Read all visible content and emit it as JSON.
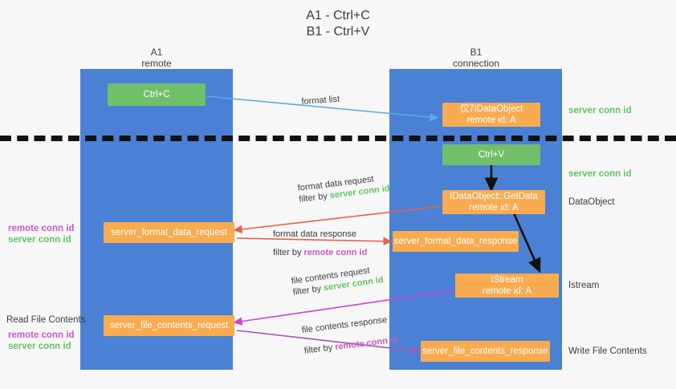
{
  "title": {
    "line1": "A1 - Ctrl+C",
    "line2": "B1 - Ctrl+V"
  },
  "lanes": [
    {
      "name": "A1",
      "sub": "remote",
      "color": "#4a81d4"
    },
    {
      "name": "B1",
      "sub": "connection",
      "color": "#4a81d4"
    }
  ],
  "colors": {
    "lane": "#4a81d4",
    "orange": "#f9ab50",
    "green_box": "#72bf6a",
    "green_text": "#62c462",
    "purple_text": "#cc55cc",
    "blue_arrow": "#5aa9e6",
    "red_arrow": "#e8604c",
    "magenta_arrow": "#d23fd2",
    "purple_arrow": "#9b59b6",
    "black_arrow": "#111111",
    "background": "#f7f7f7"
  },
  "boxes": {
    "ctrl_c": {
      "label": "Ctrl+C"
    },
    "ctrl_v": {
      "label": "Ctrl+V"
    },
    "idataobject": {
      "line1": "仅7IDataObject",
      "line2": "remote id: A"
    },
    "getdata": {
      "line1": "IDataObject::GetData",
      "line2": "remote id: A"
    },
    "istream": {
      "line1": "IStream",
      "line2": "remote id: A"
    },
    "server_format_data_request": {
      "label": "server_format_data_request"
    },
    "server_format_data_response": {
      "label": "server_format_data_response"
    },
    "server_file_contents_request": {
      "label": "server_file_contents_request"
    },
    "server_file_contents_response": {
      "label": "server_file_contents_response"
    }
  },
  "annotations": {
    "format_list": "format list",
    "format_data_request": "format data request",
    "filter_by_1_prefix": "filter by ",
    "filter_by_1_value": "server conn id",
    "format_data_response": "format data response",
    "filter_by_2_prefix": "filter by ",
    "filter_by_2_value": "remote conn id",
    "file_contents_request": "file contents request",
    "filter_by_3_prefix": "filter by ",
    "filter_by_3_value": "server conn id",
    "file_contents_response": "file contents response",
    "filter_by_4_prefix": "filter by ",
    "filter_by_4_value": "remote conn id"
  },
  "right_labels": {
    "server_conn_id_top": "server conn id",
    "server_conn_id_mid": "server conn id",
    "dataobject": "DataObject",
    "istream": "Istream",
    "write_file_contents": "Write File Contents"
  },
  "left_labels": {
    "remote_conn_id_1": "remote conn id",
    "server_conn_id_1": "server conn id",
    "read_file_contents": "Read File Contents",
    "remote_conn_id_2": "remote conn id",
    "server_conn_id_2": "server conn id"
  }
}
